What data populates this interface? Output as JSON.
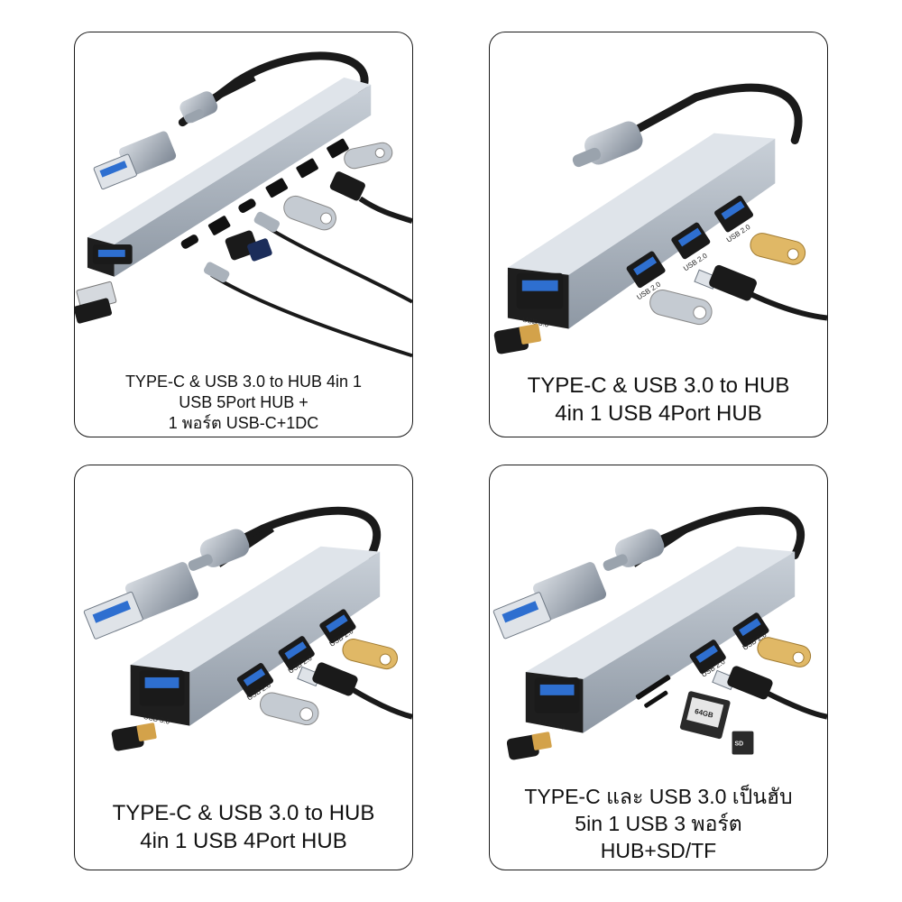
{
  "products": [
    {
      "caption_lines": [
        "TYPE-C & USB 3.0 to HUB 4in 1",
        "USB 5Port HUB +",
        "1 พอร์ต USB-C+1DC"
      ]
    },
    {
      "caption_lines": [
        "TYPE-C & USB 3.0 to HUB",
        "4in 1 USB 4Port HUB"
      ],
      "port_labels": [
        "USB 3.0",
        "USB 2.0",
        "USB 2.0",
        "USB 2.0"
      ]
    },
    {
      "caption_lines": [
        "TYPE-C & USB 3.0 to HUB",
        "4in 1 USB 4Port HUB"
      ],
      "port_labels": [
        "USB 3.0",
        "USB 2.0",
        "USB 2.0",
        "USB 2.0"
      ]
    },
    {
      "caption_lines": [
        "TYPE-C และ USB 3.0 เป็นฮับ",
        "5in 1 USB 3 พอร์ต",
        "HUB+SD/TF"
      ],
      "port_labels": [
        "USB 3.0",
        "USB 2.0",
        "USB 2.0"
      ],
      "card_labels": [
        "64GB",
        "SD"
      ]
    }
  ]
}
